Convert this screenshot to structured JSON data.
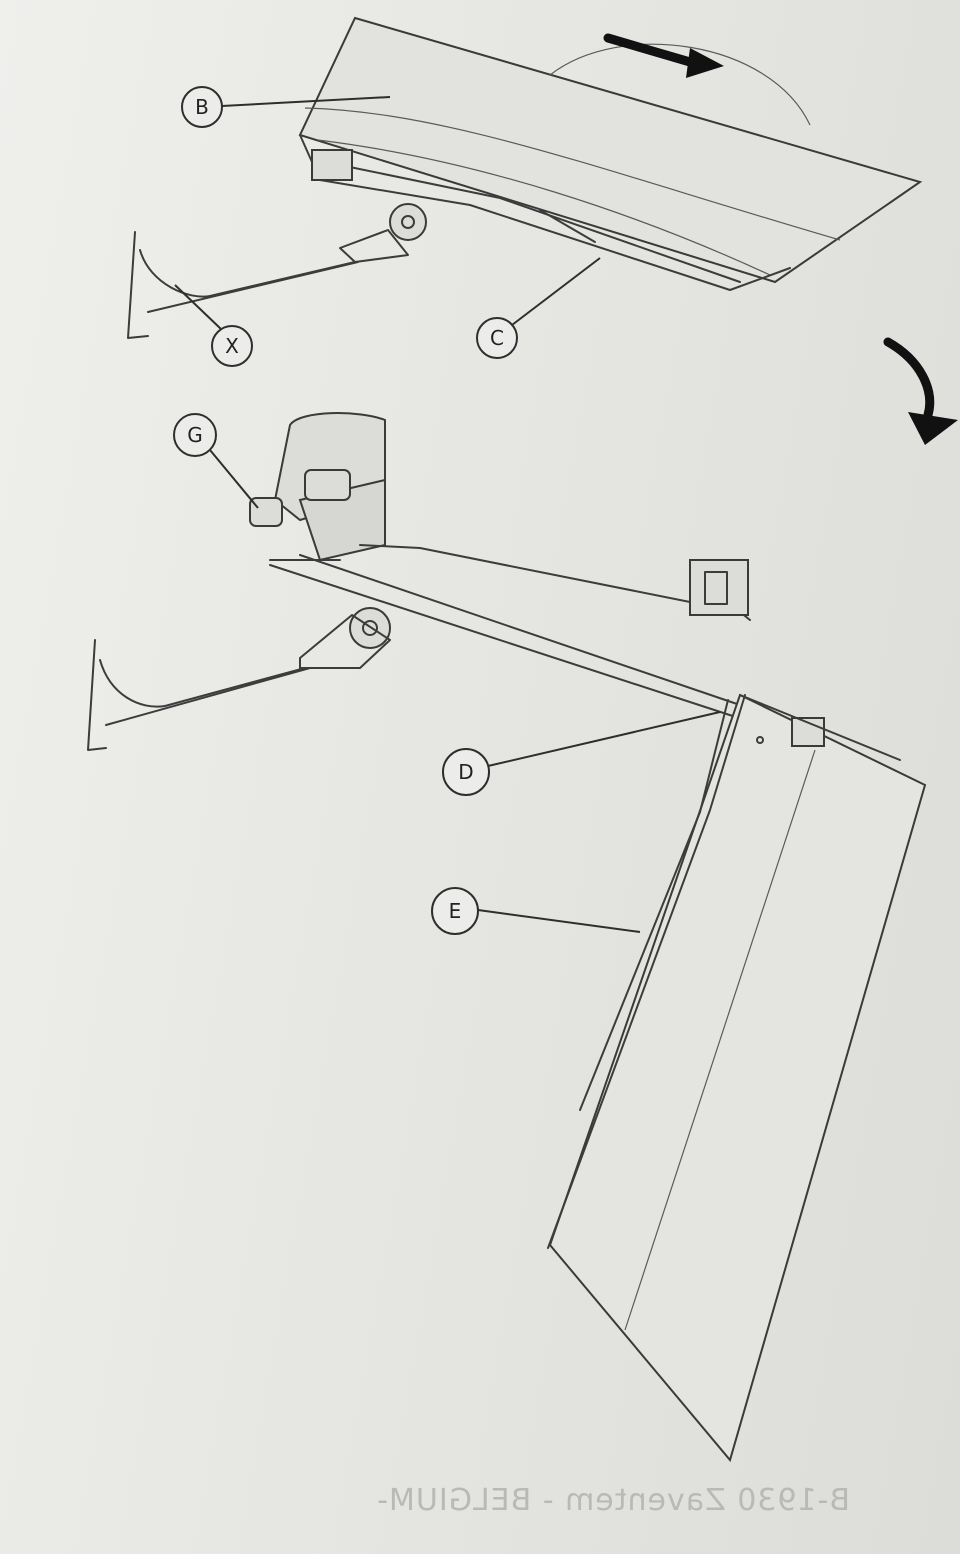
{
  "callouts": {
    "B": "B",
    "X": "X",
    "C": "C",
    "G": "G",
    "D": "D",
    "E": "E"
  },
  "bleed_through_text": "B-1930 Zaventem - BELGIUM-",
  "colors": {
    "paper": "#e9e9e6",
    "ink": "#3c3c3c",
    "arrow": "#111111"
  },
  "icons": {
    "top_arrow": "curved-arrow-right-icon",
    "side_arrow": "curved-arrow-down-icon"
  }
}
